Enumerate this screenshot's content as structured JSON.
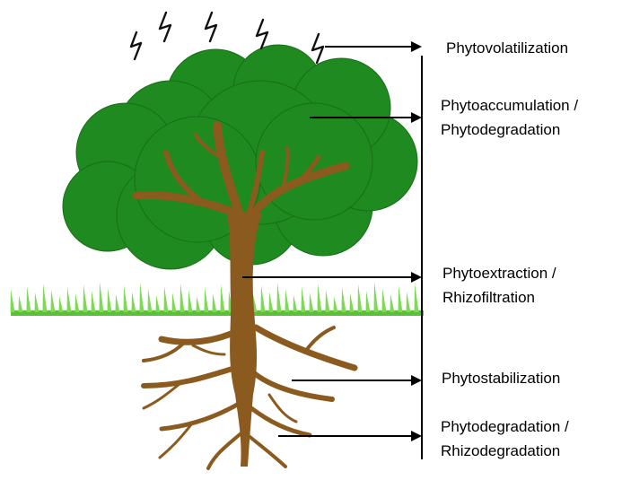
{
  "labels": [
    {
      "id": "phytovolatilization",
      "lines": [
        "Phytovolatilization"
      ]
    },
    {
      "id": "phytoaccumulation",
      "lines": [
        "Phytoaccumulation /",
        "Phytodegradation"
      ]
    },
    {
      "id": "phytoextraction",
      "lines": [
        "Phytoextraction /",
        "Rhizofiltration"
      ]
    },
    {
      "id": "phytostabilization",
      "lines": [
        "Phytostabilization"
      ]
    },
    {
      "id": "phytodegradation-rhizo",
      "lines": [
        "Phytodegradation /",
        "Rhizodegradation"
      ]
    }
  ],
  "colors": {
    "foliage": "#1f8a1f",
    "foliage_edge": "#176f17",
    "trunk": "#8b5a1e",
    "grass": "#7ed957",
    "ground": "#5cbf3a",
    "vapor": "#111111",
    "arrow": "#000000"
  },
  "icons": [
    "vapor-squiggle-icon",
    "tree-canopy-icon",
    "tree-trunk-icon",
    "grass-icon",
    "roots-icon"
  ]
}
